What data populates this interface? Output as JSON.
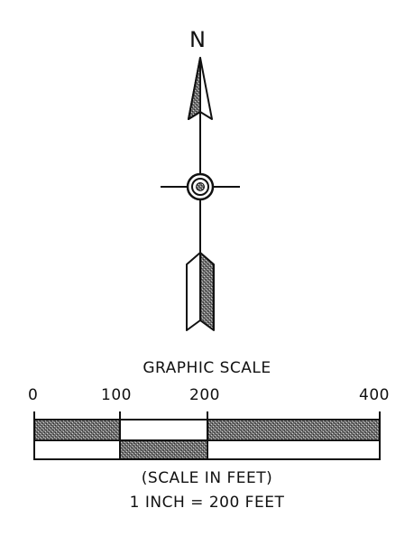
{
  "north_arrow": {
    "letter": "N"
  },
  "graphic_scale": {
    "title": "GRAPHIC SCALE",
    "ticks": [
      "0",
      "100",
      "200",
      "400"
    ],
    "units": "(SCALE IN FEET)",
    "ratio": "1 INCH = 200 FEET"
  },
  "colors": {
    "ink": "#111111",
    "hatch": "#8a8a8a",
    "paper": "#ffffff"
  }
}
